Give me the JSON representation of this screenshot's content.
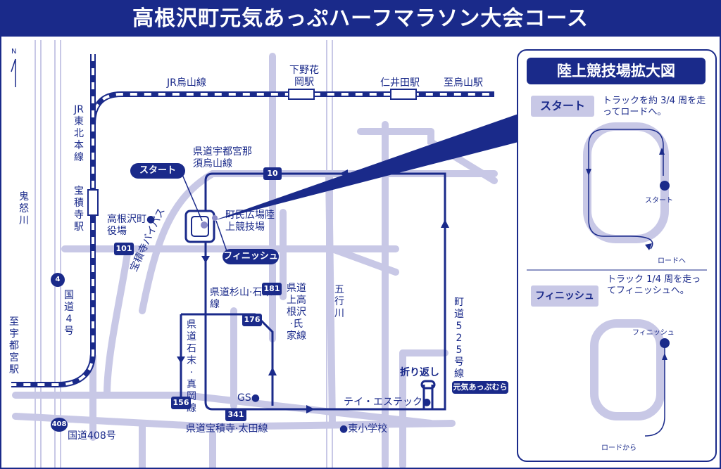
{
  "title": "高根沢町元気あっぷハーフマラソン大会コース",
  "north": "N",
  "labels": {
    "jr_karasuyama": "JR烏山線",
    "shimotsuke": "下野花岡駅",
    "niita": "仁井田駅",
    "to_karasuyama": "至烏山駅",
    "jr_tohoku": "JR東北本線",
    "hoshakuji_station": "宝積寺駅",
    "kinu_river": "鬼怒川",
    "to_utsunomiya": "至宇都宮駅",
    "national4": "国道4号",
    "national408": "国道408号",
    "pref_utsunomiya": "県道宇都宮那須烏山線",
    "town_office": "高根沢町●役場",
    "hoshakuji_bypass": "宝積寺バイパス",
    "stadium": "町民広場陸上競技場",
    "pref_sugiyama": "県道杉山·石末線",
    "pref_ishizue": "県道石末·真岡線",
    "pref_kami": "県道上高根沢·氏家線",
    "gokyo_river": "五行川",
    "town_road": "町道525号線",
    "gs": "GS●",
    "tei": "テイ・エステック●",
    "higashi_school": "●東小学校",
    "pref_hoshakuji": "県道宝積寺·太田線",
    "turnaround": "折り返し",
    "logo": "元気あっぷむら"
  },
  "badges": {
    "start": "スタート",
    "finish": "フィニッシュ"
  },
  "route_numbers": {
    "r10": "10",
    "r101": "101",
    "r181": "181",
    "r176": "176",
    "r156": "156",
    "r341": "341",
    "r4": "4",
    "r408": "408"
  },
  "inset": {
    "title": "陸上競技場拡大図",
    "start_tag": "スタート",
    "start_note": "トラックを約 3/4 周を走ってロードへ。",
    "start_point": "スタート",
    "to_road": "ロードへ",
    "finish_tag": "フィニッシュ",
    "finish_note": "トラック 1/4 周を走ってフィニッシュへ。",
    "finish_point": "フィニッシュ",
    "from_road": "ロードから"
  },
  "colors": {
    "navy": "#1a2a8a",
    "road_gray": "#c8c8e6"
  }
}
